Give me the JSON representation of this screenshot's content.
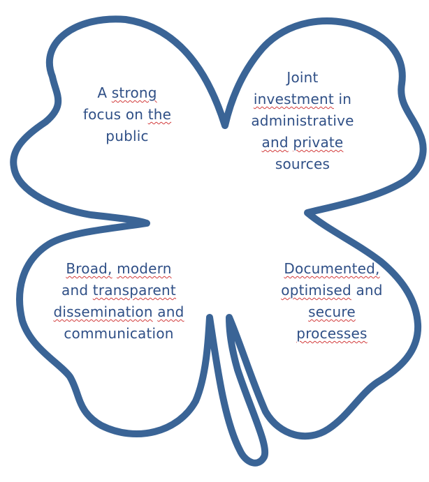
{
  "colors": {
    "outline": "#3a6496",
    "text": "#2f4f86",
    "spellcheck": "#d23a3a"
  },
  "leaves": {
    "top_left": {
      "lines": [
        [
          {
            "t": "A",
            "u": false
          },
          {
            "t": "strong",
            "u": true
          }
        ],
        [
          {
            "t": "focus",
            "u": false
          },
          {
            "t": "on",
            "u": false
          },
          {
            "t": "the",
            "u": true
          }
        ],
        [
          {
            "t": "public",
            "u": false
          }
        ]
      ]
    },
    "top_right": {
      "lines": [
        [
          {
            "t": "Joint",
            "u": false
          }
        ],
        [
          {
            "t": "investment",
            "u": true
          },
          {
            "t": "in",
            "u": false
          }
        ],
        [
          {
            "t": "administrative",
            "u": false
          }
        ],
        [
          {
            "t": "and",
            "u": true
          },
          {
            "t": "private",
            "u": true
          }
        ],
        [
          {
            "t": "sources",
            "u": false
          }
        ]
      ]
    },
    "bottom_left": {
      "lines": [
        [
          {
            "t": "Broad,",
            "u": true
          },
          {
            "t": "modern",
            "u": true
          }
        ],
        [
          {
            "t": "and",
            "u": false
          },
          {
            "t": "transparent",
            "u": true
          }
        ],
        [
          {
            "t": "dissemination",
            "u": true
          },
          {
            "t": "and",
            "u": true
          }
        ],
        [
          {
            "t": "communication",
            "u": false
          }
        ]
      ]
    },
    "bottom_right": {
      "lines": [
        [
          {
            "t": "Documented,",
            "u": true
          }
        ],
        [
          {
            "t": "optimised",
            "u": true
          },
          {
            "t": "and",
            "u": false
          }
        ],
        [
          {
            "t": "secure",
            "u": true
          }
        ],
        [
          {
            "t": "processes",
            "u": true
          }
        ]
      ]
    }
  }
}
